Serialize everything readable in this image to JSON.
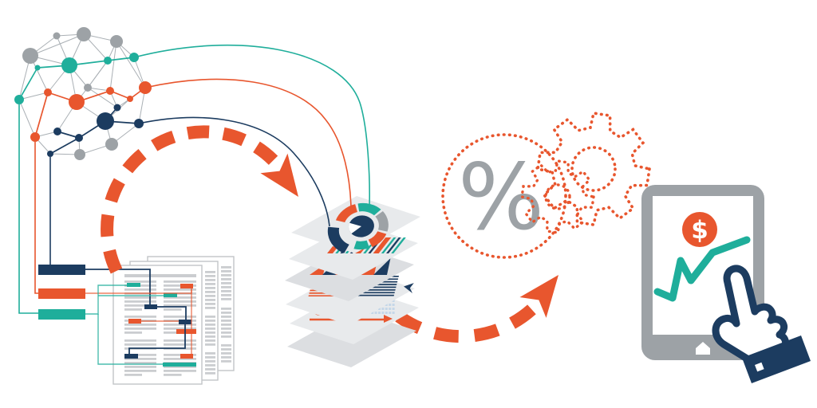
{
  "title": "data-to-insight analytics process illustration",
  "labels": {
    "percent_symbol": "%",
    "dollar_symbol": "$"
  },
  "palette": {
    "orange": "#E8562E",
    "teal": "#1FAE9B",
    "navy": "#1C3C60",
    "gray": "#9DA2A6",
    "sheet": "#E8EAEC",
    "sheet_dark": "#DCDEE1",
    "doc_border": "#C2C5C8",
    "text_line": "#CBCDD0",
    "pale_blue": "#C5D7E8"
  },
  "components": [
    {
      "name": "network-graph",
      "desc": "cluster of connected nodes in gray, teal, orange and navy"
    },
    {
      "name": "category-bars",
      "desc": "three solid bars (navy, orange, teal) linking graph to documents"
    },
    {
      "name": "document-stack",
      "desc": "three stacked text documents with highlighted phrases"
    },
    {
      "name": "flow-arrow-1",
      "desc": "orange dashed arc arrow from documents to report stack"
    },
    {
      "name": "report-layer-stack",
      "desc": "six floating sheets with donut, stripe, area, text, dot-bar and gauge charts"
    },
    {
      "name": "flow-arrow-2",
      "desc": "orange dashed arc arrow from report stack to percent/gears"
    },
    {
      "name": "percent-circle",
      "desc": "dotted circle with gray percent symbol"
    },
    {
      "name": "gear-large-icon",
      "desc": "dotted outline gear"
    },
    {
      "name": "gear-small-icon",
      "desc": "smaller dotted outline gear"
    },
    {
      "name": "tablet-device",
      "desc": "gray tablet with dollar coin and rising teal trend line"
    },
    {
      "name": "dollar-coin-icon",
      "desc": "orange coin with white dollar sign"
    },
    {
      "name": "trend-line",
      "desc": "teal zig-zag rising line"
    },
    {
      "name": "pointing-hand-icon",
      "desc": "navy outlined hand tapping the screen"
    }
  ]
}
